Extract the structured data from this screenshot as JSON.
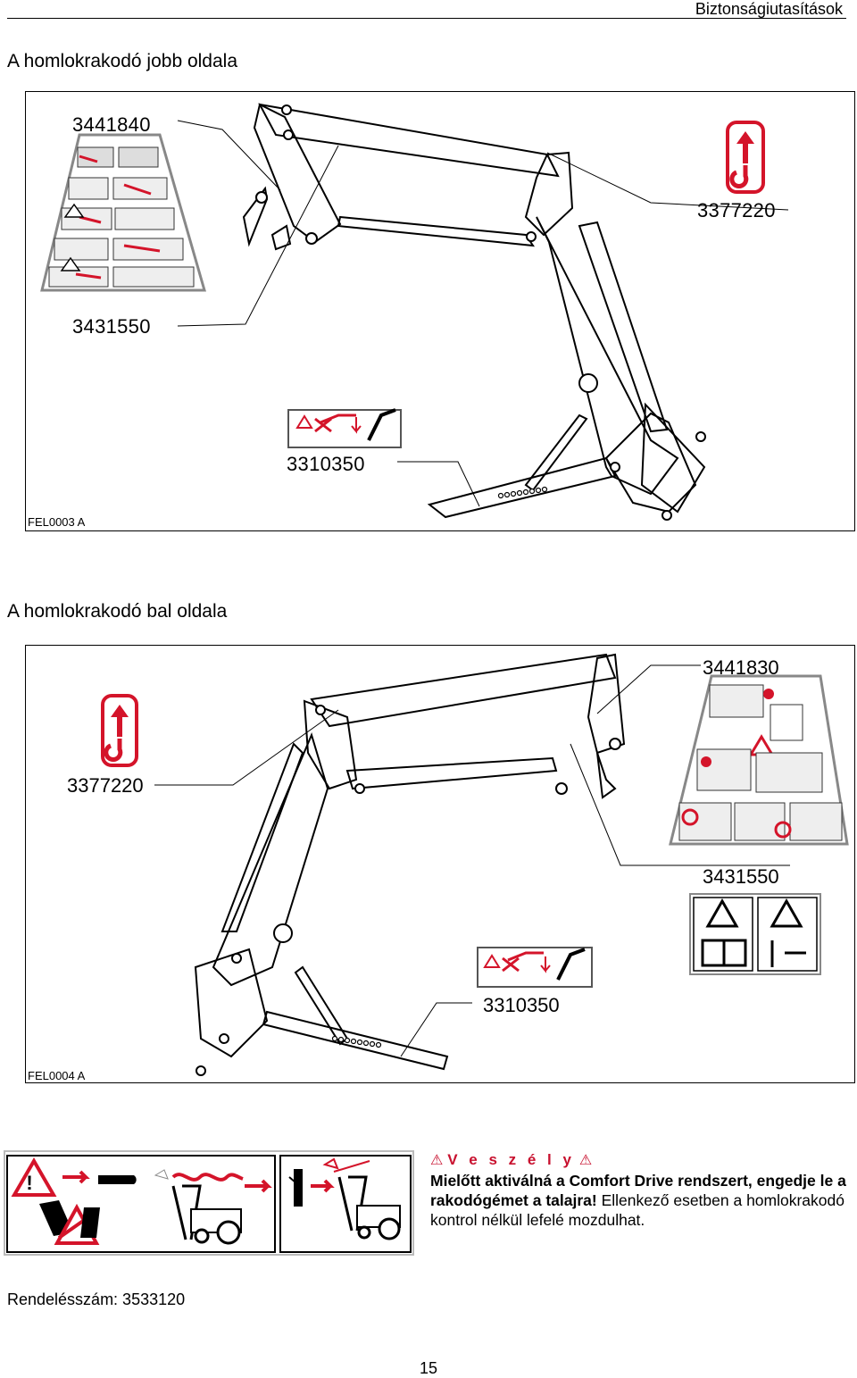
{
  "header": {
    "title": "Biztonságiutasítások"
  },
  "section_right": {
    "title": "A homlokrakodó jobb oldala",
    "figure_code": "FEL0003 A",
    "labels": {
      "decal_a": "3441840",
      "decal_b": "3431550",
      "decal_c": "3310350",
      "decal_d": "3377220"
    }
  },
  "section_left": {
    "title": "A homlokrakodó bal oldala",
    "figure_code": "FEL0004 A",
    "labels": {
      "decal_a": "3441830",
      "decal_b": "3377220",
      "decal_c": "3431550",
      "decal_d": "3310350"
    }
  },
  "warning": {
    "heading": "V e s z é l y",
    "bold_text": "Mielőtt aktiválná a Comfort Drive rendszert, engedje le a rakodógémet a talajra!",
    "normal_text": " Ellenkező esetben a homlokrakodó kontrol nélkül lefelé mozdulhat."
  },
  "order": {
    "text": "Rendelésszám: 3533120"
  },
  "page": {
    "number": "15"
  },
  "colors": {
    "accent_red": "#d4142a",
    "line": "#000000"
  }
}
